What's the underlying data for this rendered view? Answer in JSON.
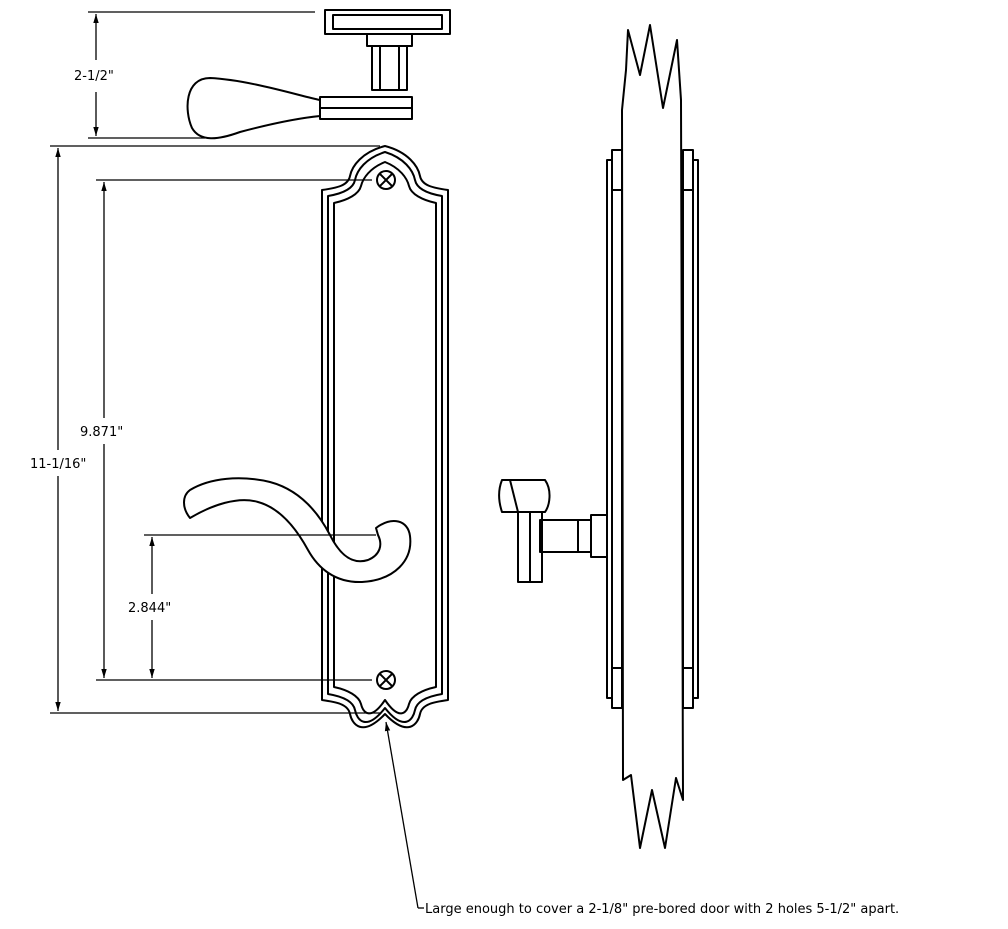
{
  "dimensions": {
    "rose_height": "2-1/2\"",
    "plate_length": "11-1/16\"",
    "screw_spacing": "9.871\"",
    "lever_height": "2.844\""
  },
  "note": "Large enough to cover a 2-1/8\" pre-bored door with 2 holes 5-1/2\" apart."
}
